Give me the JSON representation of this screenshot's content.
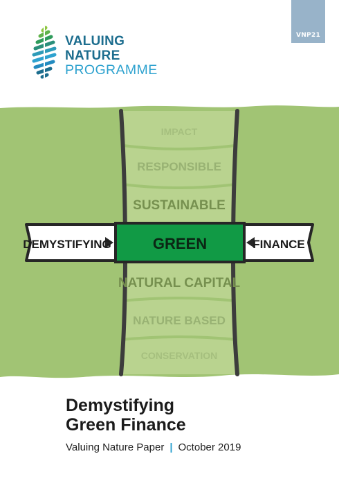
{
  "code": "VNP21",
  "logo": {
    "lines": [
      "VALUING",
      "NATURE",
      "PROGRAMME"
    ]
  },
  "art": {
    "levels_above": [
      "IMPACT",
      "RESPONSIBLE",
      "SUSTAINABLE"
    ],
    "left_label": "DEMYSTIFYING",
    "center_label": "GREEN",
    "right_label": "FINANCE",
    "levels_below": [
      "NATURAL CAPITAL",
      "NATURE BASED",
      "CONSERVATION"
    ]
  },
  "title": {
    "line1": "Demystifying",
    "line2": "Green Finance"
  },
  "subtitle": {
    "series": "Valuing Nature Paper",
    "separator": "|",
    "date": "October 2019"
  },
  "colors": {
    "band_green": "#a1c474",
    "tube_green": "#b9d38f",
    "center_green": "#119a45",
    "logo_dark_blue": "#1c6d8e",
    "logo_light_blue": "#2ea2cf",
    "code_tab": "#98b3c9"
  }
}
